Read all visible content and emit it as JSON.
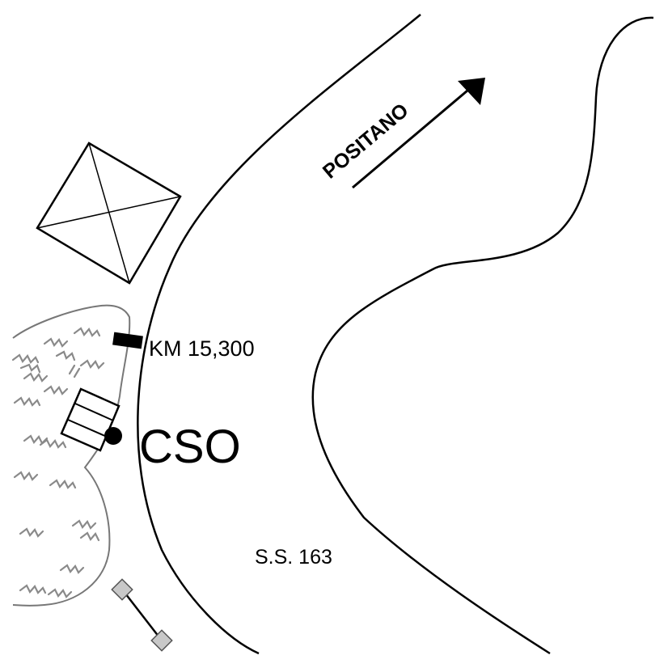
{
  "map": {
    "labels": {
      "direction": "POSITANO",
      "kilometer_marker": "KM 15,300",
      "station": "CSO",
      "road": "S.S. 163"
    },
    "icons": {
      "direction": "arrow-icon",
      "kilometer_marker": "rectangle-marker-icon",
      "station": "dot-icon",
      "building": "crossed-square-icon",
      "vegetation": "shrub-icon",
      "pylon": "linked-squares-icon"
    },
    "colors": {
      "line": "#000000",
      "vegetation_outline": "#777777",
      "vegetation_symbol": "#8a8a8a",
      "pylon": "#c8c8c8",
      "background": "#ffffff"
    }
  }
}
